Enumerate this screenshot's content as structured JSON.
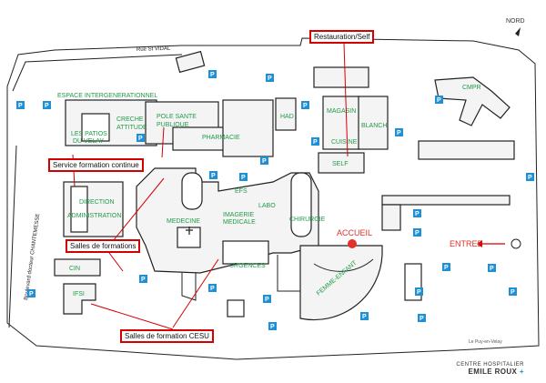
{
  "compass": {
    "label": "NORD"
  },
  "street_labels": {
    "rue_st_vidal": "Rue St VIDAL",
    "boulevard": "Boulevard docteur CHANTEMESSE"
  },
  "building_labels": {
    "espace": "ESPACE INTERGENERATIONNEL",
    "creche": "CRECHE",
    "attitude": "ATTITUDE",
    "patios": "LES PATIOS",
    "du_velay": "DU VELAY",
    "pole_sante": "POLE SANTE",
    "publique": "PUBLIQUE",
    "pharmacie": "PHARMACIE",
    "had": "HAD",
    "magasin": "MAGASIN",
    "blanch": "BLANCH",
    "cuisine": "CUISINE",
    "self": "SELF",
    "cmpr": "CMPR",
    "direction": "DIRECTION",
    "administration": "ADMINISTRATION",
    "efs": "EFS",
    "labo": "LABO",
    "chirurgie": "CHIRURGIE",
    "medecine": "MEDECINE",
    "imagerie": "IMAGERIE",
    "medicale": "MEDICALE",
    "urgences": "URGENCES",
    "femme_enfant": "FEMME-ENFANT",
    "cin": "CIN",
    "ifsi": "IFSI"
  },
  "annotations": {
    "restauration": "Restauration/Self",
    "service_formation": "Service formation continue",
    "salles_formations": "Salles de formations",
    "salles_cesu": "Salles de formation CESU",
    "accueil": "ACCUEIL",
    "entree": "ENTREE"
  },
  "parking_symbol": "P",
  "logo": {
    "tagline": "Le Puy-en-Velay",
    "line1": "CENTRE HOSPITALIER",
    "line2": "EMILE ROUX",
    "plus": "+"
  },
  "colors": {
    "label_green": "#1f9a48",
    "annotation_red": "#d40000",
    "parking_blue": "#1f8fd6"
  }
}
